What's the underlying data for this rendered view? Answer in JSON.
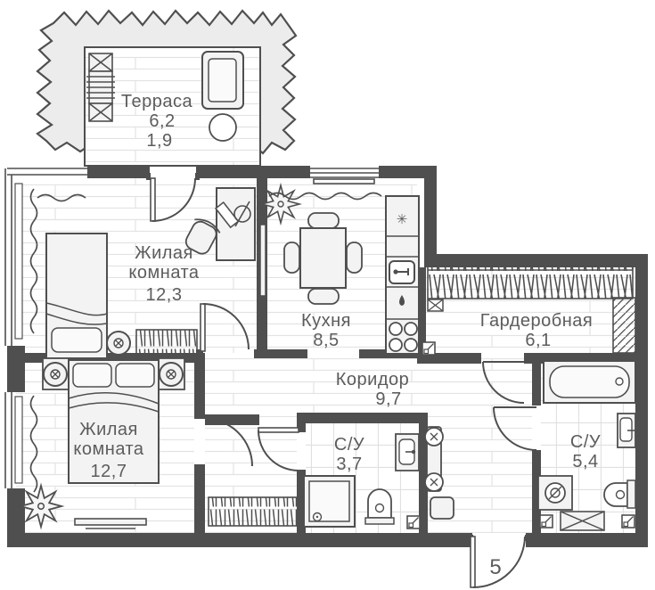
{
  "title": "Floor plan of apartment 5",
  "colors": {
    "wall": "#4f4f4f",
    "label_text": "#5c5c5c",
    "floor": "#ffffff",
    "furniture_fill": "#f3f3f3",
    "terrace_surround": "#ececec",
    "plank_line": "#e3e3e3",
    "tile_line": "#e0e0e0"
  },
  "rooms": {
    "terrace": {
      "name": "Терраса",
      "area_total": "6,2",
      "area_reduced": "1,9"
    },
    "living1": {
      "name_line1": "Жилая",
      "name_line2": "комната",
      "area": "12,3"
    },
    "kitchen": {
      "name": "Кухня",
      "area": "8,5"
    },
    "wardrobe": {
      "name": "Гардеробная",
      "area": "6,1"
    },
    "corridor": {
      "name": "Коридор",
      "area": "9,7"
    },
    "living2": {
      "name_line1": "Жилая",
      "name_line2": "комната",
      "area": "12,7"
    },
    "bathroom_small": {
      "name": "С/У",
      "area": "3,7"
    },
    "bathroom_large": {
      "name": "С/У",
      "area": "5,4"
    }
  },
  "entrance": {
    "apartment_number": "5"
  },
  "icons": {
    "fridge": "✳"
  }
}
